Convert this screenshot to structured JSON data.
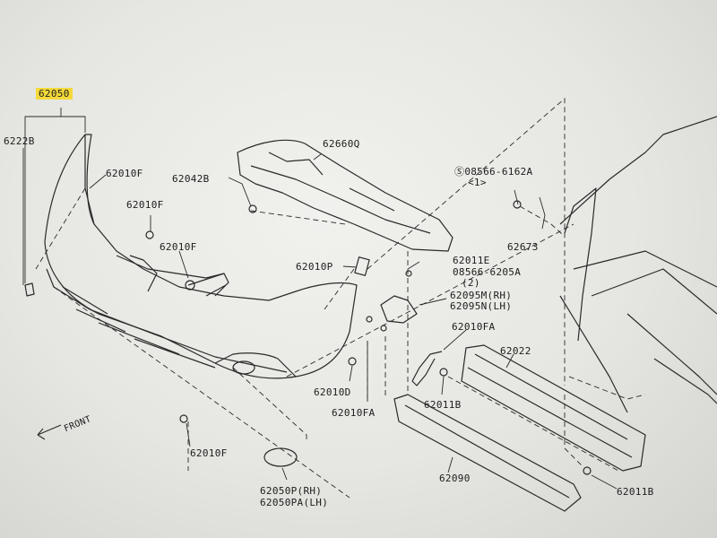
{
  "highlight_color": "#f4d93a",
  "line_color": "#2a2a2a",
  "parts": {
    "p62050": "62050",
    "p62228": "6222B",
    "p62010f_a": "62010F",
    "p62010f_b": "62010F",
    "p62010f_c": "62010F",
    "p62010f_d": "62010F",
    "p62042b": "62042B",
    "p62660q": "62660Q",
    "p08566_6162a": "08566-6162A",
    "p08566_6162a_qty": "<1>",
    "p62673": "62673",
    "p62010p": "62010P",
    "p62011e": "62011E",
    "p08566_6205a": "08566-6205A",
    "p08566_6205a_qty": "(2)",
    "p62095m": "62095M(RH)",
    "p62095n": "62095N(LH)",
    "p62010fa_a": "62010FA",
    "p62010fa_b": "62010FA",
    "p62022": "62022",
    "p62010d": "62010D",
    "p62011b_a": "62011B",
    "p62011b_b": "62011B",
    "p62090": "62090",
    "p62050p": "62050P(RH)",
    "p62050pa": "62050PA(LH)",
    "front": "FRONT"
  }
}
